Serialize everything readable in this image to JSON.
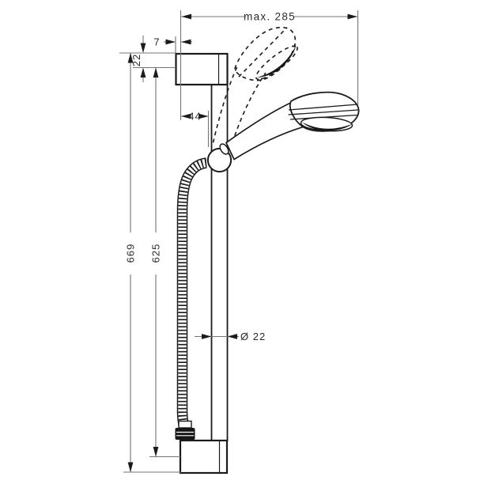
{
  "drawing": {
    "type": "technical-dimension-drawing",
    "subject": "shower slide bar set with hand shower and hose",
    "colors": {
      "background": "#ffffff",
      "ink": "#1b1b1b",
      "dimension_lines": "#757575",
      "filled_details": "#161616"
    },
    "labels": {
      "max_width": "max. 285",
      "bracket_offset": "7",
      "bracket_height": "22",
      "holder_depth": "44",
      "overall_height": "669",
      "bar_height": "625",
      "bar_diameter": "Ø 22"
    }
  }
}
